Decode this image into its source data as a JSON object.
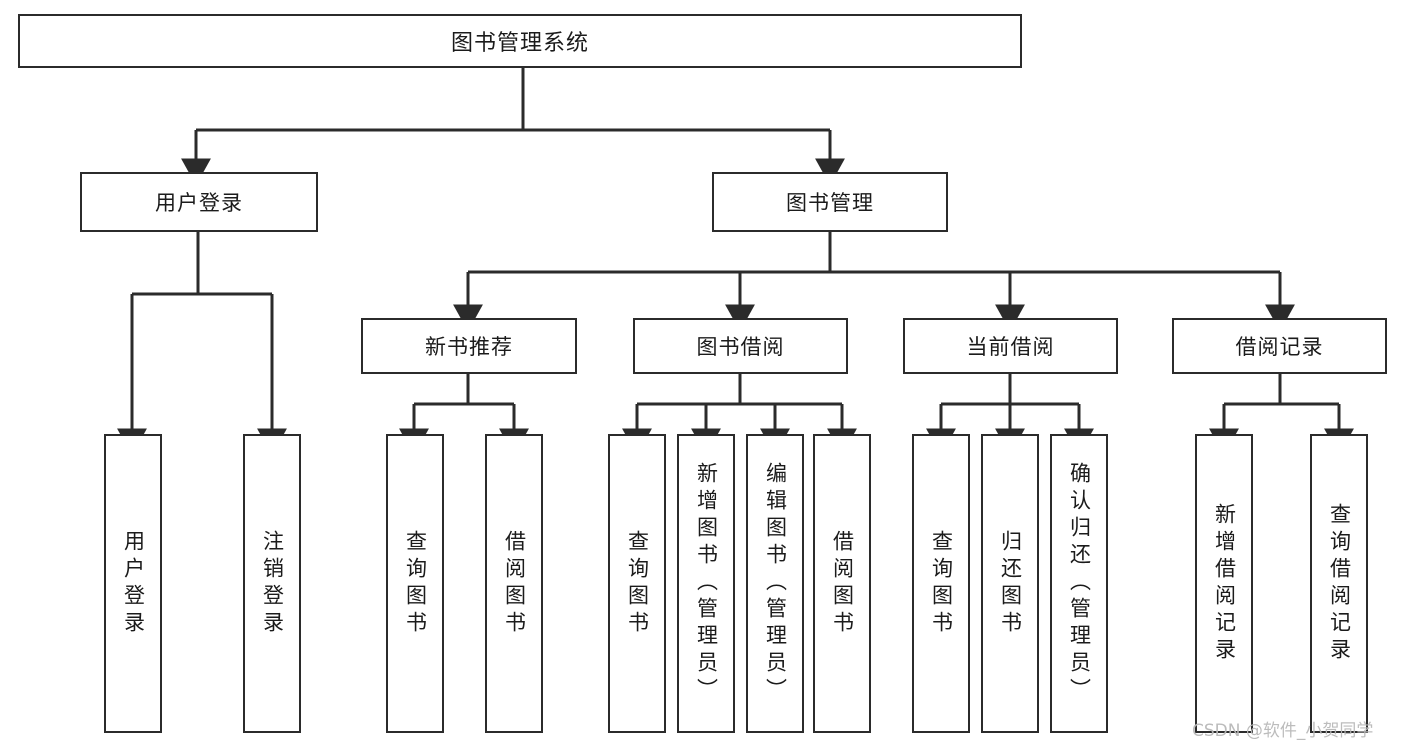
{
  "diagram": {
    "type": "tree-hierarchy",
    "title": "图书管理系统",
    "root": {
      "label": "图书管理系统"
    },
    "level2": [
      {
        "label": "用户登录"
      },
      {
        "label": "图书管理"
      }
    ],
    "level3": [
      {
        "label": "新书推荐"
      },
      {
        "label": "图书借阅"
      },
      {
        "label": "当前借阅"
      },
      {
        "label": "借阅记录"
      }
    ],
    "leaves": {
      "user_login": [
        "用户登录",
        "注销登录"
      ],
      "new_book_recommend": [
        "查询图书",
        "借阅图书"
      ],
      "book_borrow": [
        "查询图书",
        "新增图书（管理员）",
        "编辑图书（管理员）",
        "借阅图书"
      ],
      "current_borrow": [
        "查询图书",
        "归还图书",
        "确认归还（管理员）"
      ],
      "borrow_record": [
        "新增借阅记录",
        "查询借阅记录"
      ]
    },
    "colors": {
      "stroke": "#2b2b2b",
      "fill": "#ffffff",
      "text": "#1b1b1b",
      "watermark": "#b9b9b9"
    }
  },
  "watermark": {
    "text": "CSDN @软件_小贺同学"
  }
}
